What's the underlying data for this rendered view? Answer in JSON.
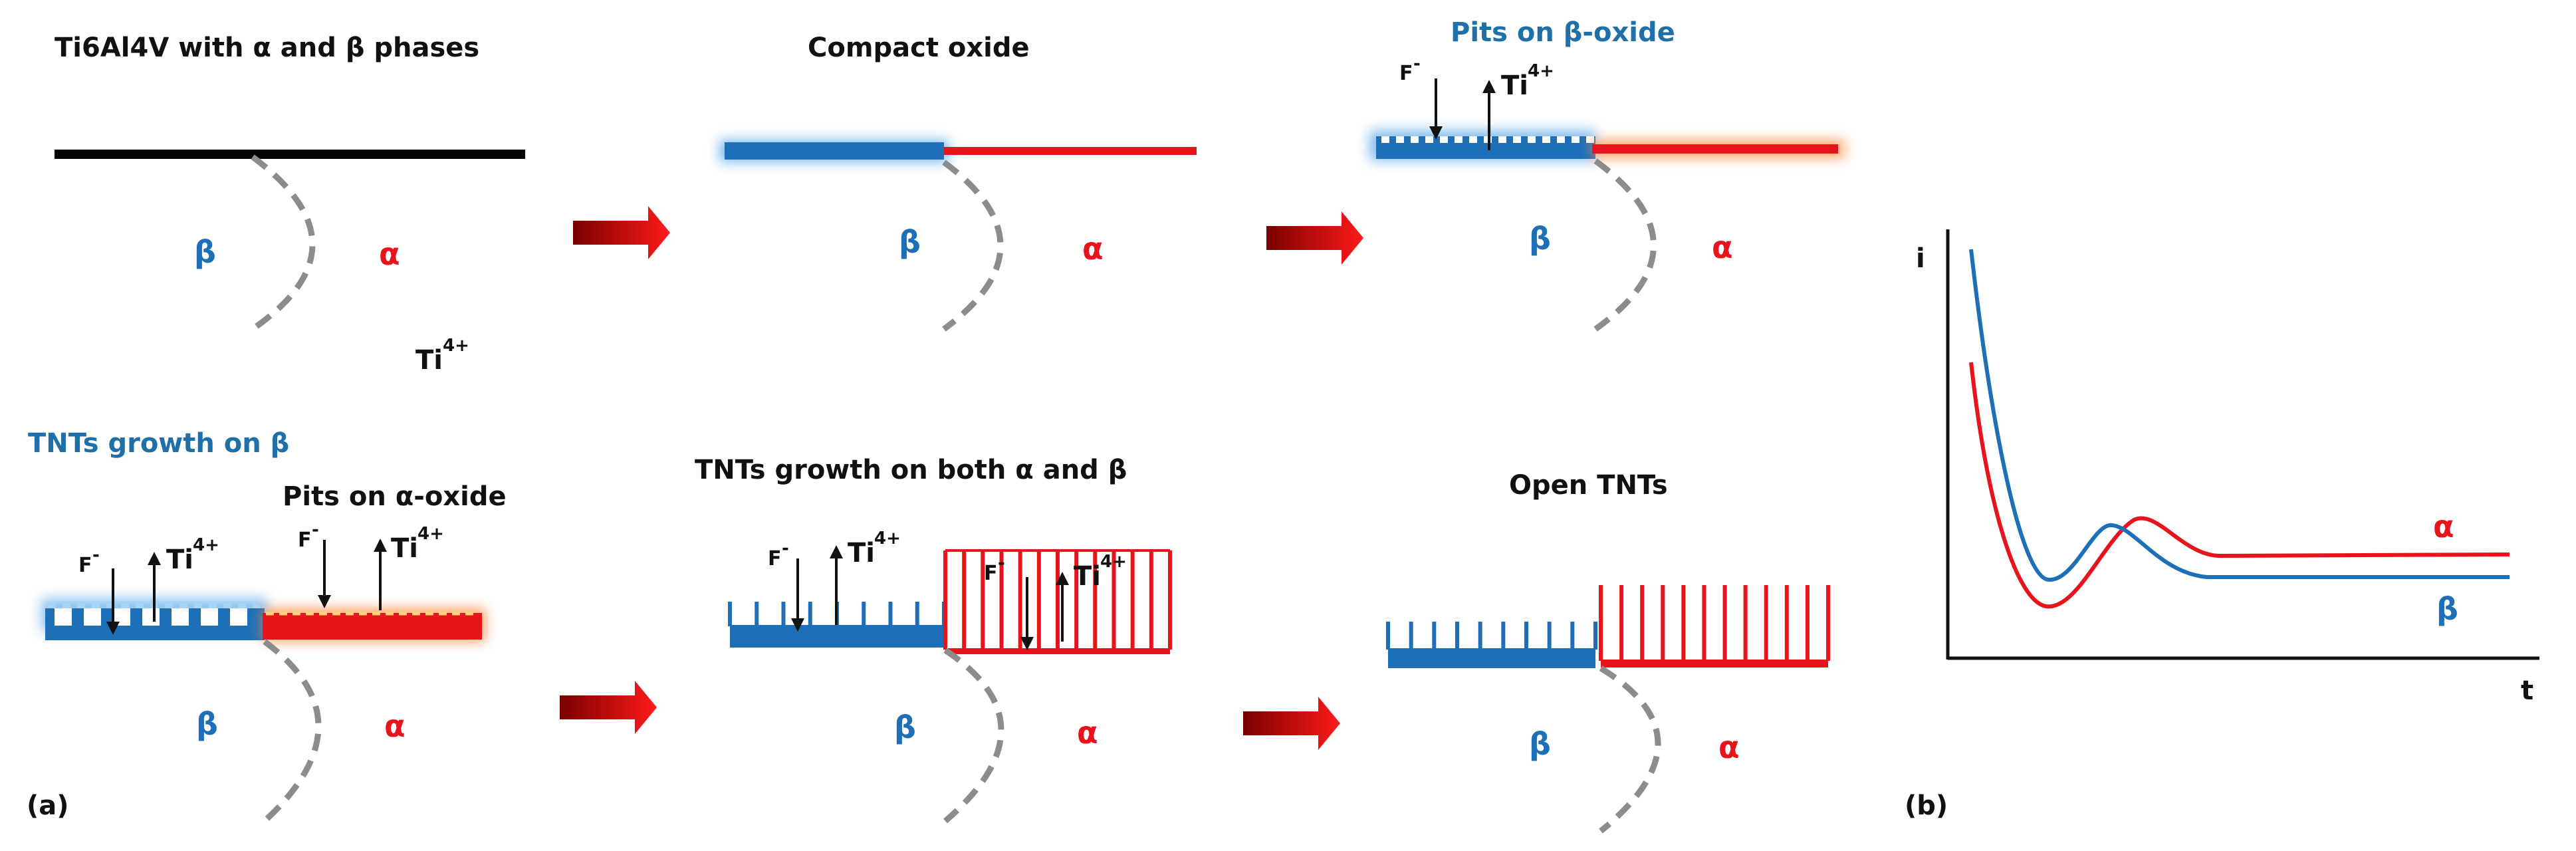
{
  "colors": {
    "beta": "#1d70b8",
    "alpha": "#e8141b",
    "arrow_dark": "#7a0000",
    "arrow_bright": "#ff1a1a",
    "boundary": "#8c8c8c"
  },
  "diagram": {
    "panel_a_label": "(a)",
    "panel_b_label": "(b)",
    "stages": {
      "s1": {
        "title": "Ti6Al4V with α and β phases",
        "beta": "β",
        "alpha": "α",
        "ion": "Ti",
        "ion_charge": "4+"
      },
      "s2": {
        "title": "Compact oxide",
        "beta": "β",
        "alpha": "α"
      },
      "s3": {
        "title": "Pits on β-oxide",
        "beta": "β",
        "alpha": "α",
        "f": "F",
        "f_charge": "-",
        "ti": "Ti",
        "ti_charge": "4+"
      },
      "s4": {
        "title": "TNTs growth on β",
        "title2": "Pits on α-oxide",
        "beta": "β",
        "alpha": "α",
        "f": "F",
        "f_charge": "-",
        "ti": "Ti",
        "ti_charge": "4+"
      },
      "s5": {
        "title": "TNTs growth on both α and β",
        "beta": "β",
        "alpha": "α",
        "f": "F",
        "f_charge": "-",
        "ti": "Ti",
        "ti_charge": "4+"
      },
      "s6": {
        "title": "Open TNTs",
        "beta": "β",
        "alpha": "α"
      }
    }
  },
  "chart_data": {
    "type": "line",
    "xlabel": "t",
    "ylabel": "i",
    "grid": false,
    "series": [
      {
        "name": "α",
        "color": "#e8141b"
      },
      {
        "name": "β",
        "color": "#1d70b8"
      }
    ]
  }
}
